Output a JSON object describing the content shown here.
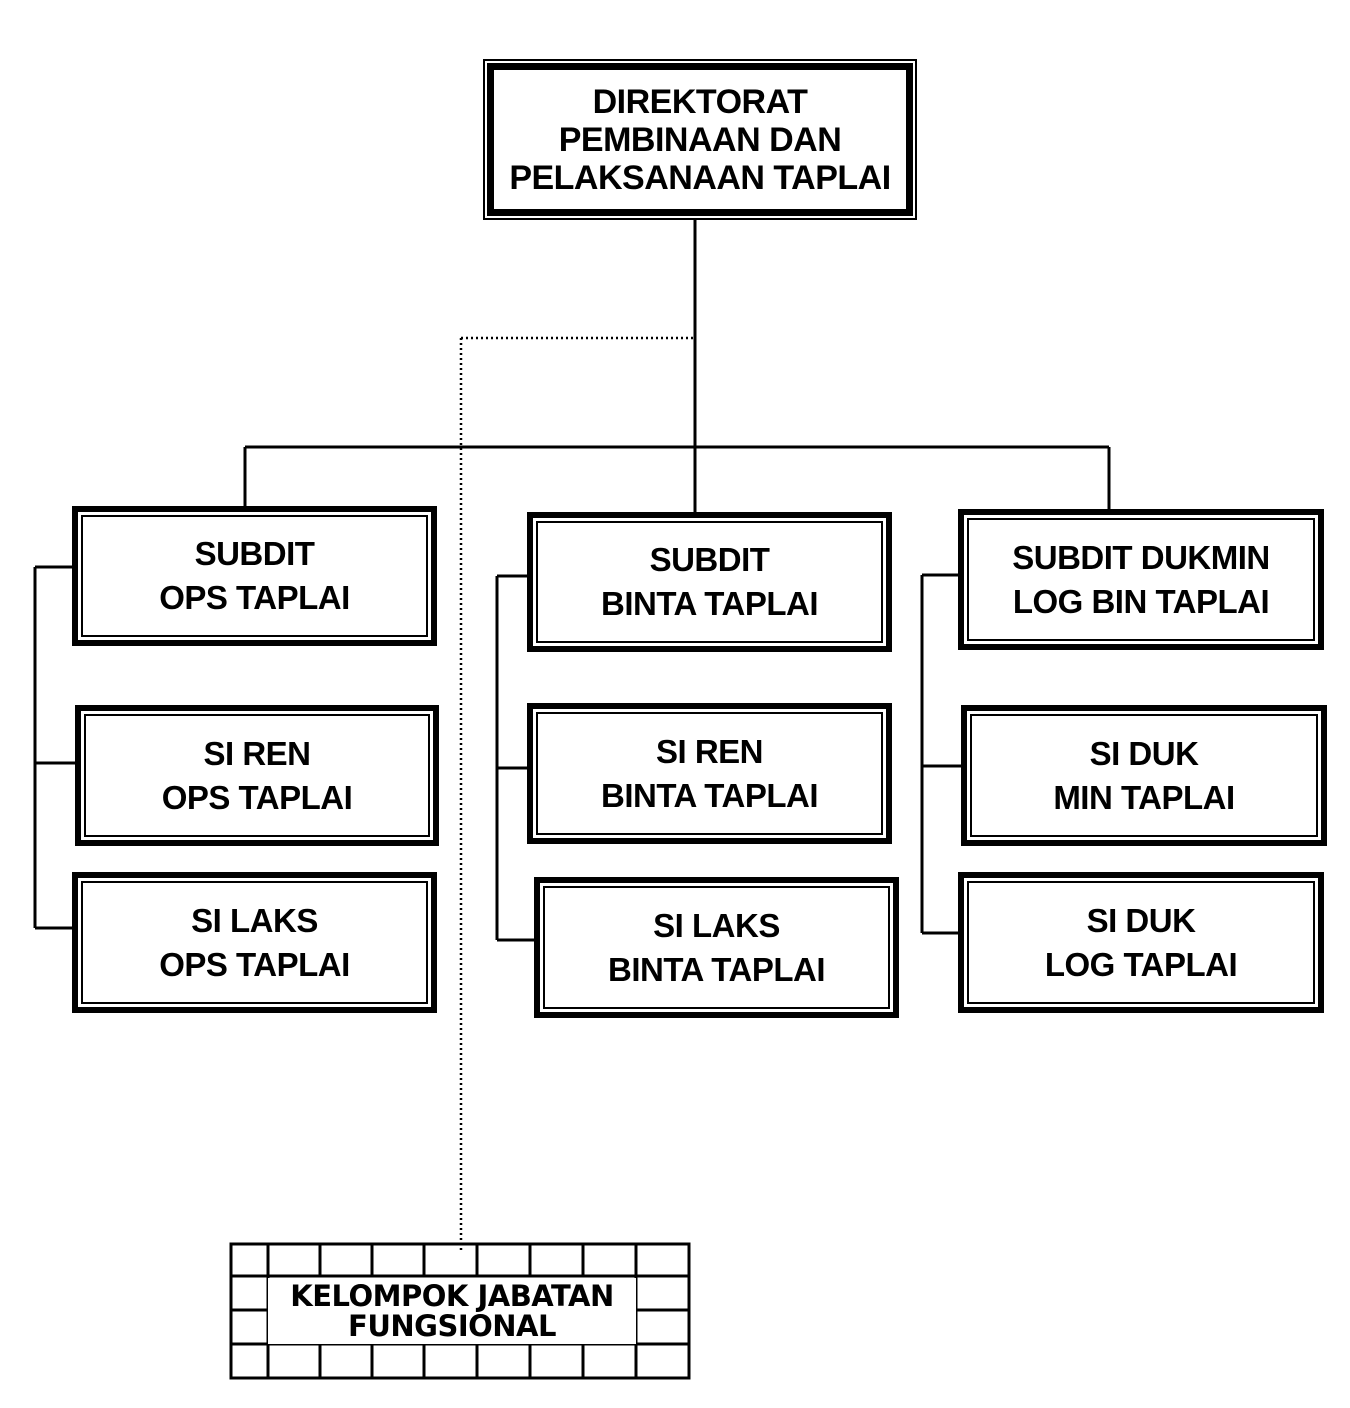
{
  "director": {
    "lines": [
      "DIREKTORAT",
      "PEMBINAAN DAN",
      "PELAKSANAAN TAPLAI"
    ]
  },
  "subdits": [
    {
      "title": [
        "SUBDIT",
        "OPS TAPLAI"
      ],
      "sections": [
        [
          "SI REN",
          "OPS TAPLAI"
        ],
        [
          "SI LAKS",
          "OPS TAPLAI"
        ]
      ]
    },
    {
      "title": [
        "SUBDIT",
        "BINTA TAPLAI"
      ],
      "sections": [
        [
          "SI  REN",
          "BINTA TAPLAI"
        ],
        [
          "SI LAKS",
          "BINTA TAPLAI"
        ]
      ]
    },
    {
      "title": [
        "SUBDIT  DUKMIN",
        "LOG BIN TAPLAI"
      ],
      "sections": [
        [
          "SI DUK",
          "MIN TAPLAI"
        ],
        [
          "SI DUK",
          "LOG TAPLAI"
        ]
      ]
    }
  ],
  "functional_group": {
    "lines": [
      "KELOMPOK JABATAN",
      "FUNGSIONAL"
    ]
  }
}
